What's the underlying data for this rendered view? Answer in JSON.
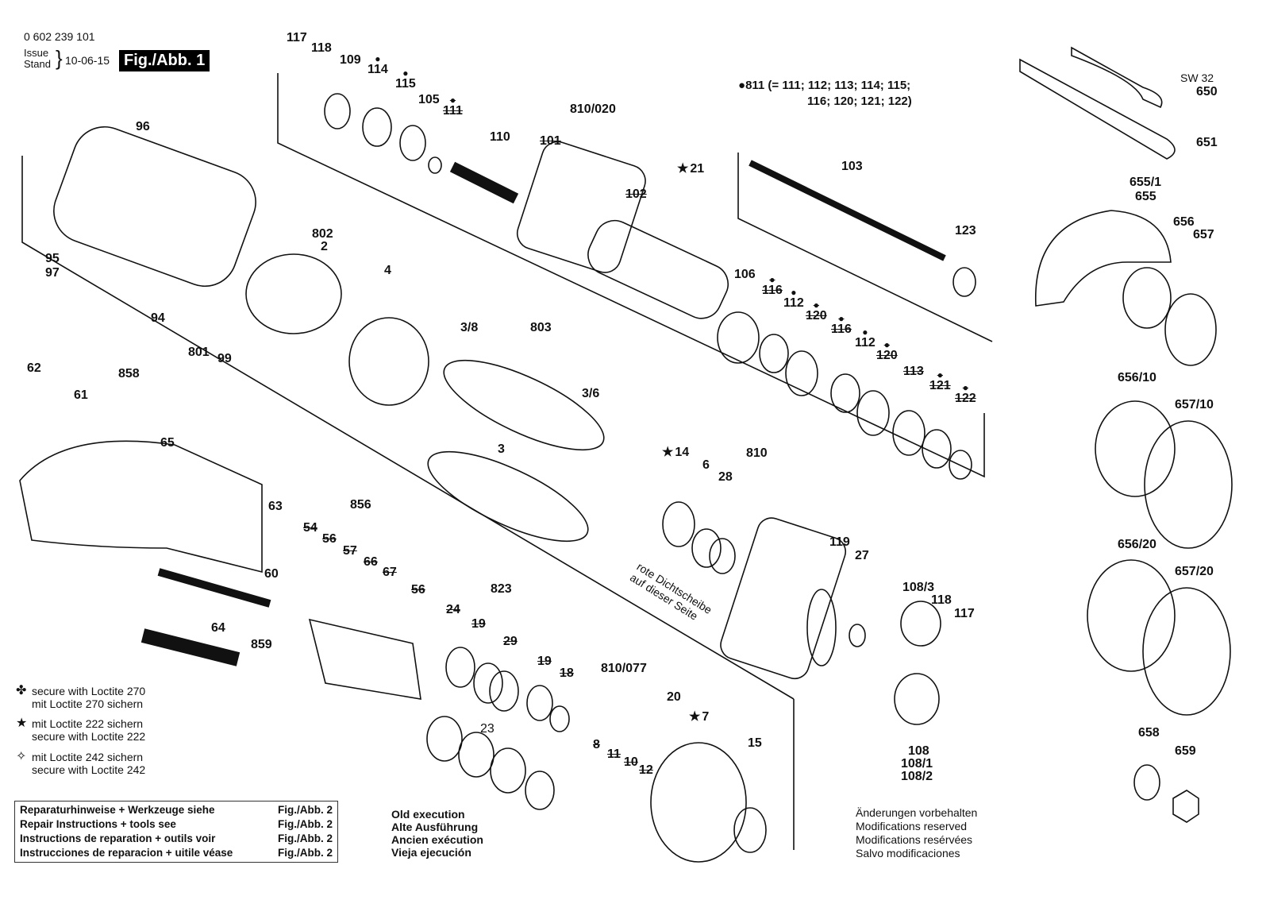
{
  "header": {
    "part_number": "0 602 239 101",
    "issue_label_1": "Issue",
    "issue_label_2": "Stand",
    "issue_date": "10-06-15",
    "figure_label": "Fig./Abb. 1"
  },
  "note_811": {
    "line1": "811 (= 111; 112; 113; 114; 115;",
    "line2": "116; 120; 121; 122)"
  },
  "wrench": {
    "size_label": "SW 32"
  },
  "parts": [
    {
      "id": "117a",
      "text": "117"
    },
    {
      "id": "118a",
      "text": "118"
    },
    {
      "id": "109",
      "text": "109"
    },
    {
      "id": "114",
      "text": "114"
    },
    {
      "id": "115",
      "text": "115"
    },
    {
      "id": "105",
      "text": "105"
    },
    {
      "id": "111",
      "text": "111"
    },
    {
      "id": "110",
      "text": "110"
    },
    {
      "id": "810_020",
      "text": "810/020"
    },
    {
      "id": "101",
      "text": "101"
    },
    {
      "id": "102",
      "text": "102"
    },
    {
      "id": "21",
      "text": "21"
    },
    {
      "id": "103",
      "text": "103"
    },
    {
      "id": "123",
      "text": "123"
    },
    {
      "id": "650",
      "text": "650"
    },
    {
      "id": "651",
      "text": "651"
    },
    {
      "id": "655_1",
      "text": "655/1"
    },
    {
      "id": "655",
      "text": "655"
    },
    {
      "id": "656",
      "text": "656"
    },
    {
      "id": "657",
      "text": "657"
    },
    {
      "id": "96",
      "text": "96"
    },
    {
      "id": "802",
      "text": "802"
    },
    {
      "id": "2",
      "text": "2"
    },
    {
      "id": "4",
      "text": "4"
    },
    {
      "id": "95",
      "text": "95"
    },
    {
      "id": "97",
      "text": "97"
    },
    {
      "id": "94",
      "text": "94"
    },
    {
      "id": "801",
      "text": "801"
    },
    {
      "id": "99",
      "text": "99"
    },
    {
      "id": "106",
      "text": "106"
    },
    {
      "id": "116a",
      "text": "116"
    },
    {
      "id": "112a",
      "text": "112"
    },
    {
      "id": "120a",
      "text": "120"
    },
    {
      "id": "116b",
      "text": "116"
    },
    {
      "id": "112b",
      "text": "112"
    },
    {
      "id": "120b",
      "text": "120"
    },
    {
      "id": "113",
      "text": "113"
    },
    {
      "id": "121",
      "text": "121"
    },
    {
      "id": "122",
      "text": "122"
    },
    {
      "id": "3_8",
      "text": "3/8"
    },
    {
      "id": "803",
      "text": "803"
    },
    {
      "id": "3_6",
      "text": "3/6"
    },
    {
      "id": "3",
      "text": "3"
    },
    {
      "id": "62",
      "text": "62"
    },
    {
      "id": "61",
      "text": "61"
    },
    {
      "id": "858",
      "text": "858"
    },
    {
      "id": "65",
      "text": "65"
    },
    {
      "id": "63",
      "text": "63"
    },
    {
      "id": "60",
      "text": "60"
    },
    {
      "id": "64",
      "text": "64"
    },
    {
      "id": "859",
      "text": "859"
    },
    {
      "id": "856",
      "text": "856"
    },
    {
      "id": "54",
      "text": "54"
    },
    {
      "id": "56",
      "text": "56"
    },
    {
      "id": "57",
      "text": "57"
    },
    {
      "id": "66",
      "text": "66"
    },
    {
      "id": "67",
      "text": "67"
    },
    {
      "id": "58",
      "text": "56"
    },
    {
      "id": "14",
      "text": "14"
    },
    {
      "id": "6",
      "text": "6"
    },
    {
      "id": "28",
      "text": "28"
    },
    {
      "id": "810",
      "text": "810"
    },
    {
      "id": "119",
      "text": "119"
    },
    {
      "id": "27",
      "text": "27"
    },
    {
      "id": "108_3",
      "text": "108/3"
    },
    {
      "id": "118b",
      "text": "118"
    },
    {
      "id": "117b",
      "text": "117"
    },
    {
      "id": "108",
      "text": "108"
    },
    {
      "id": "108_1",
      "text": "108/1"
    },
    {
      "id": "108_2",
      "text": "108/2"
    },
    {
      "id": "823",
      "text": "823"
    },
    {
      "id": "24",
      "text": "24"
    },
    {
      "id": "19a",
      "text": "19"
    },
    {
      "id": "29",
      "text": "29"
    },
    {
      "id": "19b",
      "text": "19"
    },
    {
      "id": "18",
      "text": "18"
    },
    {
      "id": "23",
      "text": "23"
    },
    {
      "id": "810_077",
      "text": "810/077"
    },
    {
      "id": "8",
      "text": "8"
    },
    {
      "id": "11",
      "text": "11"
    },
    {
      "id": "10",
      "text": "10"
    },
    {
      "id": "12",
      "text": "12"
    },
    {
      "id": "20",
      "text": "20"
    },
    {
      "id": "7",
      "text": "7"
    },
    {
      "id": "15",
      "text": "15"
    },
    {
      "id": "656_10",
      "text": "656/10"
    },
    {
      "id": "657_10",
      "text": "657/10"
    },
    {
      "id": "656_20",
      "text": "656/20"
    },
    {
      "id": "657_20",
      "text": "657/20"
    },
    {
      "id": "658",
      "text": "658"
    },
    {
      "id": "659",
      "text": "659"
    }
  ],
  "red_seal_note": {
    "line1": "rote Dichtscheibe",
    "line2": "auf dieser Seite"
  },
  "legend": [
    {
      "symbol": "✤",
      "icon": "clover-icon",
      "line1": "secure with Loctite 270",
      "line2": "mit Loctite 270 sichern"
    },
    {
      "symbol": "★",
      "icon": "star-icon",
      "line1": "mit Loctite 222 sichern",
      "line2": "secure with Loctite 222"
    },
    {
      "symbol": "✧",
      "icon": "four-point-star-icon",
      "line1": "mit Loctite 242 sichern",
      "line2": "secure with Loctite 242"
    }
  ],
  "repair_box": [
    {
      "text": "Reparaturhinweise + Werkzeuge siehe",
      "ref": "Fig./Abb. 2"
    },
    {
      "text": "Repair Instructions + tools see",
      "ref": "Fig./Abb. 2"
    },
    {
      "text": "Instructions de reparation + outils voir",
      "ref": "Fig./Abb. 2"
    },
    {
      "text": "Instrucciones de reparacion + uitile véase",
      "ref": "Fig./Abb. 2"
    }
  ],
  "old_execution": [
    "Old execution",
    "Alte Ausführung",
    "Ancien exécution",
    "Vieja ejecución"
  ],
  "modifications": [
    "Änderungen vorbehalten",
    "Modifications reserved",
    "Modifications resérvées",
    "Salvo modificaciones"
  ]
}
